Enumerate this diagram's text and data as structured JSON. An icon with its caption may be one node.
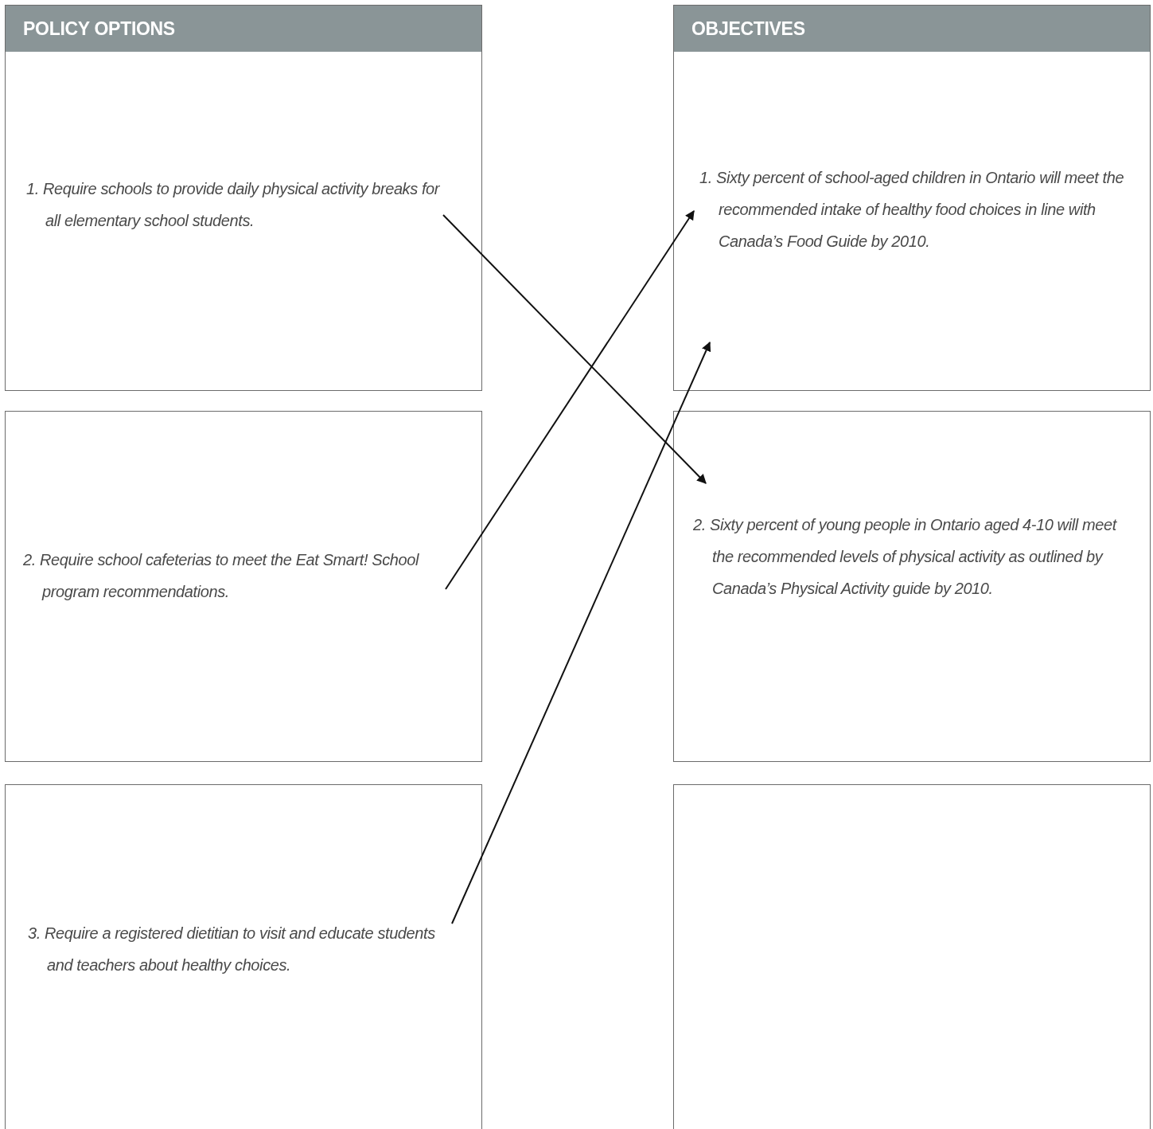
{
  "diagram": {
    "nodes": [
      {
        "text": [
          "POLICY OPTIONS",
          "1. Require schools to provide daily physical activity breaks for all elementary school students."
        ]
      },
      {
        "text": [
          "2. Require school cafeterias to meet the Eat Smart! School program recommendations."
        ]
      },
      {
        "text": [
          "3. Require a registered dietitian to visit and educate students and teachers about healthy choices."
        ]
      },
      {
        "text": [
          "OBJECTIVES",
          "1. Sixty percent of school-aged children in Ontario will meet the recommended intake of healthy food choices in line with Canada’s Food Guide by 2010."
        ]
      },
      {
        "text": [
          "2. Sixty percent of young people in Ontario aged 4-10 will meet the recommended levels of physical activity as outlined by Canada’s Physical Activity guide by 2010."
        ]
      },
      {
        "text": [],
        "shape": "box"
      }
    ],
    "edges": [
      {
        "from": 0,
        "to": 4,
        "arrow": "to"
      },
      {
        "from": 1,
        "to": 3,
        "arrow": "to"
      },
      {
        "from": 2,
        "to": 3,
        "arrow": "to"
      }
    ]
  }
}
